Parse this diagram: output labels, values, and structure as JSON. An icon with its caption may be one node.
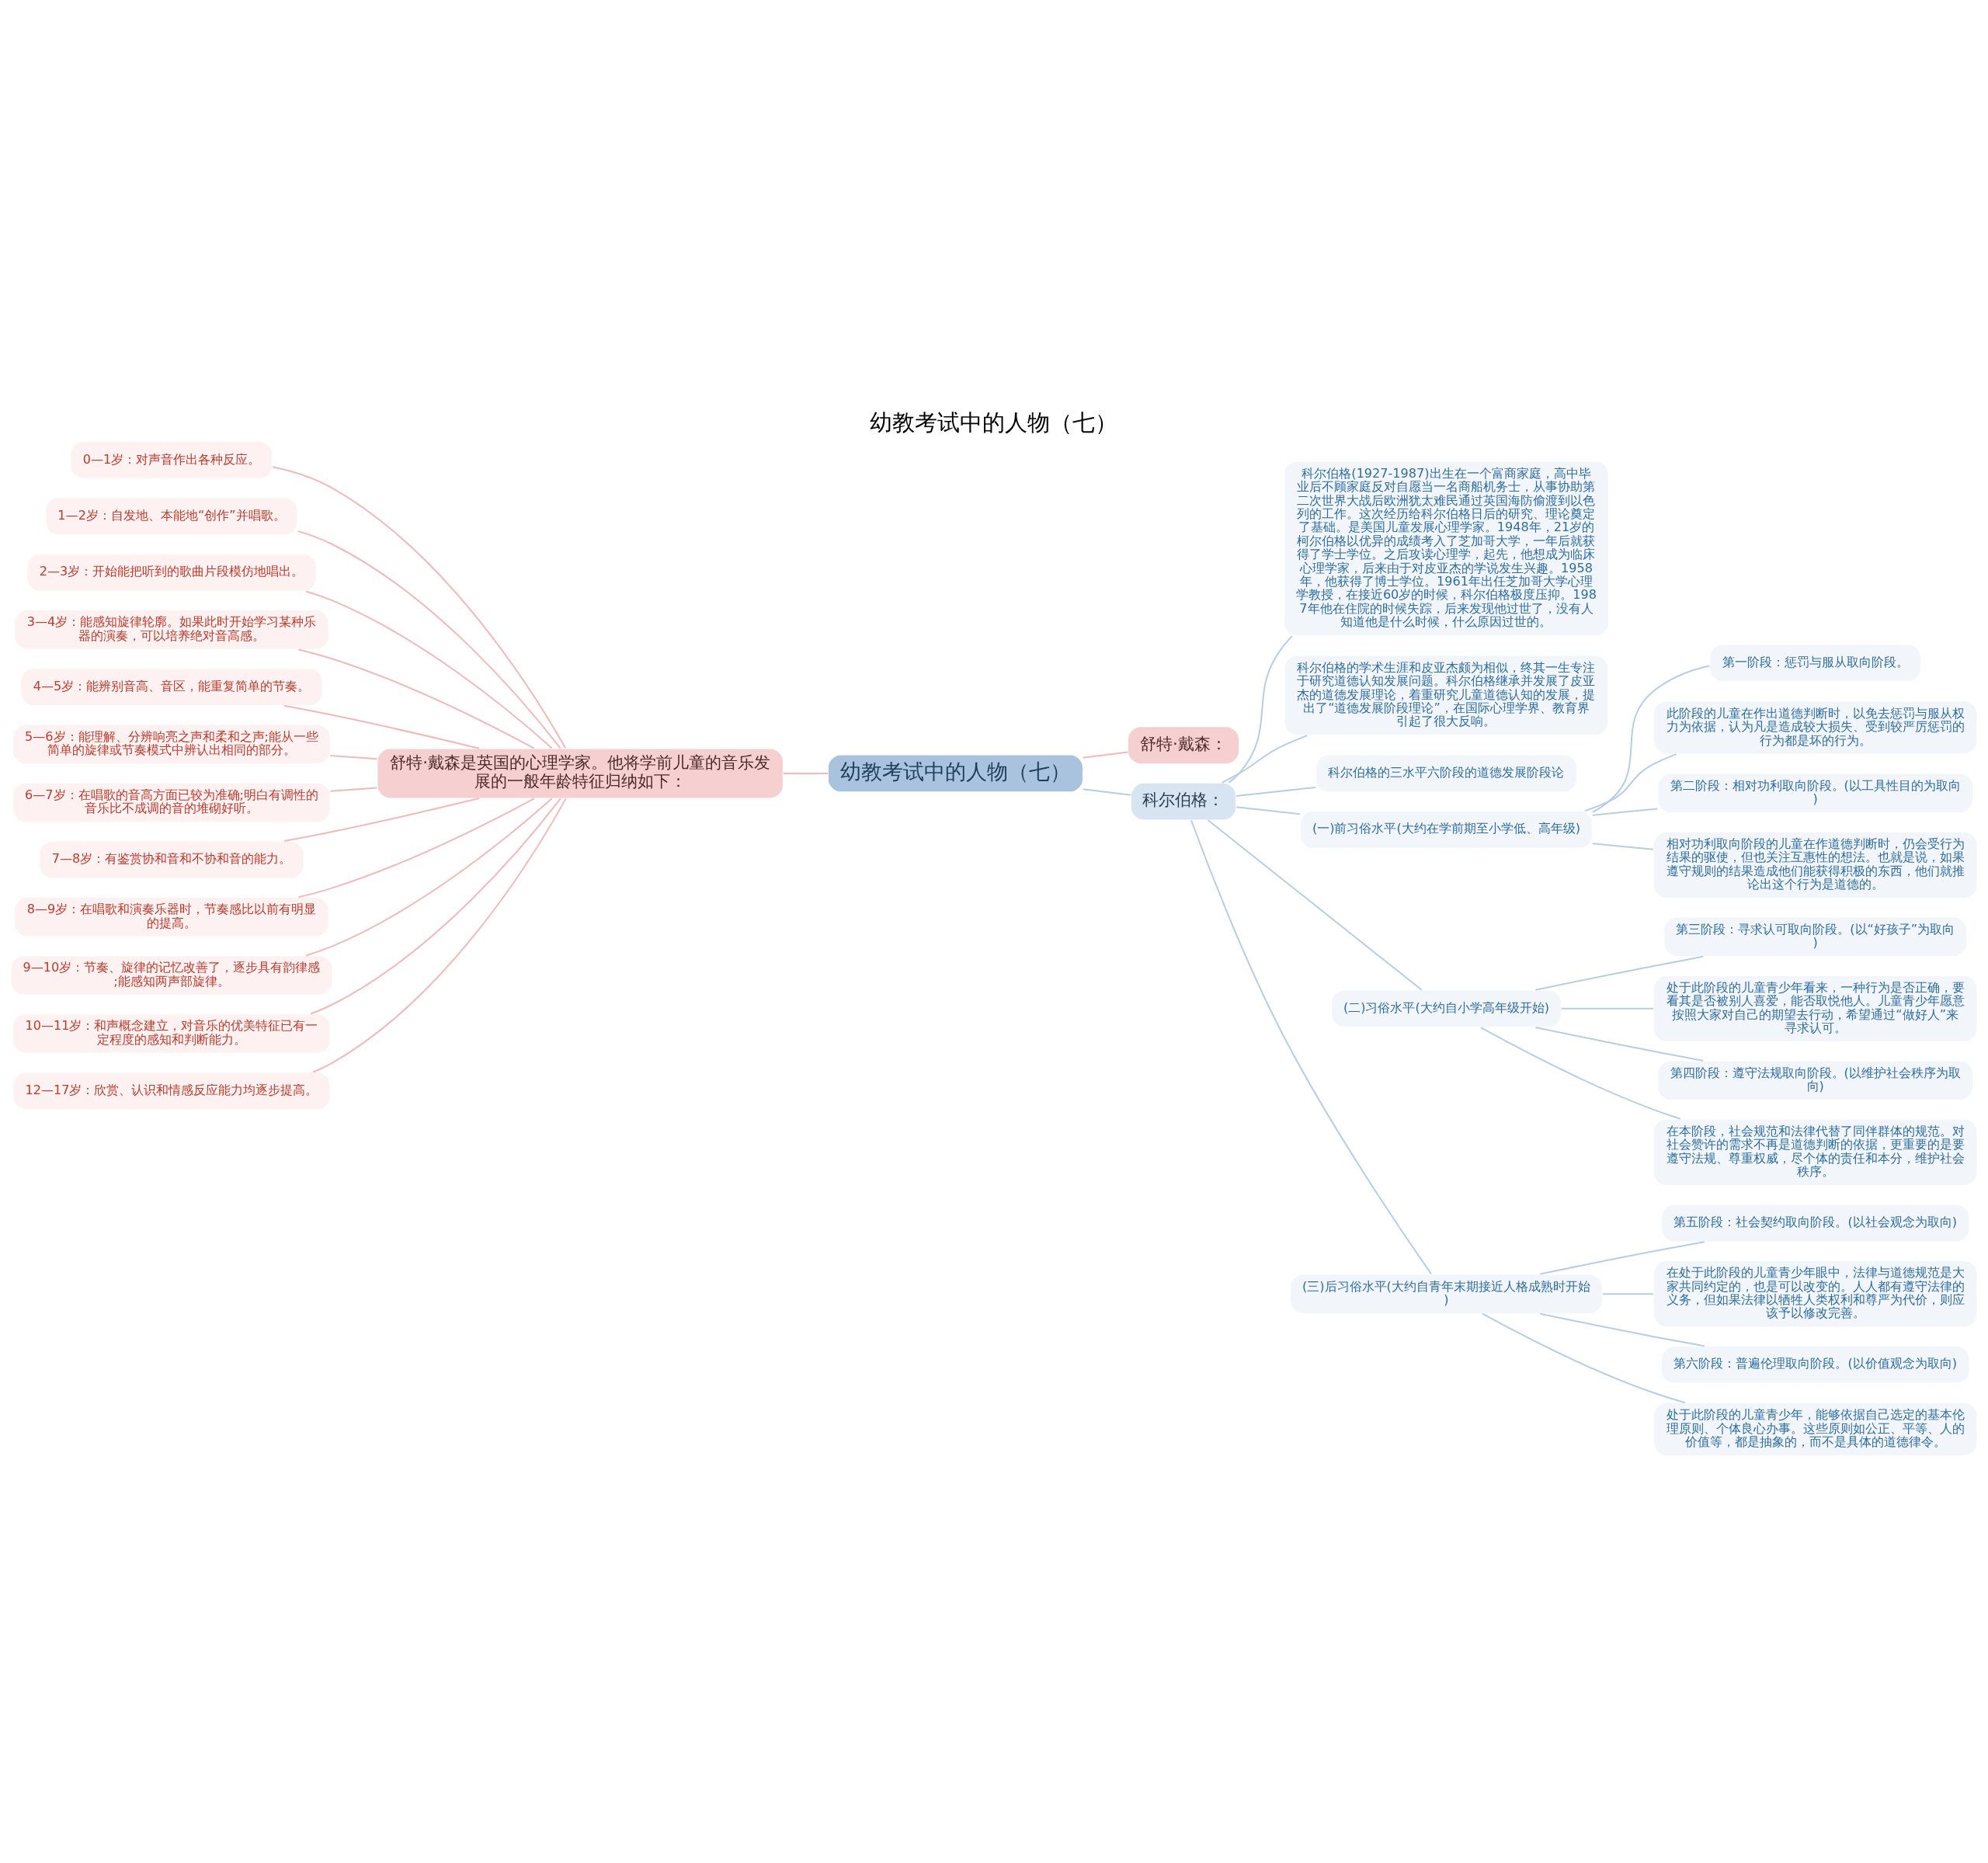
{
  "diagram": {
    "title": "幼教考试中的人物（七）",
    "nodes": [
      {
        "text": [
          "幼教考试中的人物（七）"
        ]
      },
      {
        "text": [
          "舒特·戴森："
        ]
      },
      {
        "text": [
          "舒特·戴森是英国的心理学家。他将学前儿童的音乐发展的一般年龄特征归纳如下："
        ]
      },
      {
        "text": [
          "0—1岁：对声音作出各种反应。"
        ]
      },
      {
        "text": [
          "1—2岁：自发地、本能地“创作”并唱歌。"
        ]
      },
      {
        "text": [
          "2—3岁：开始能把听到的歌曲片段模仿地唱出。"
        ]
      },
      {
        "text": [
          "3—4岁：能感知旋律轮廓。如果此时开始学习某种乐器的演奏，可以培养绝对音高感。"
        ]
      },
      {
        "text": [
          "4—5岁：能辨别音高、音区，能重复简单的节奏。"
        ]
      },
      {
        "text": [
          "5—6岁：能理解、分辨响亮之声和柔和之声;能从一些简单的旋律或节奏模式中辨认出相同的部分。"
        ]
      },
      {
        "text": [
          "6—7岁：在唱歌的音高方面已较为准确;明白有调性的音乐比不成调的音的堆砌好听。"
        ]
      },
      {
        "text": [
          "7—8岁：有鉴赏协和音和不协和音的能力。"
        ]
      },
      {
        "text": [
          "8—9岁：在唱歌和演奏乐器时，节奏感比以前有明显的提高。"
        ]
      },
      {
        "text": [
          "9—10岁：节奏、旋律的记忆改善了，逐步具有韵律感;能感知两声部旋律。"
        ]
      },
      {
        "text": [
          "10—11岁：和声概念建立，对音乐的优美特征已有一定程度的感知和判断能力。"
        ]
      },
      {
        "text": [
          "12—17岁：欣赏、认识和情感反应能力均逐步提高。"
        ]
      },
      {
        "text": [
          "科尔伯格："
        ]
      },
      {
        "text": [
          "科尔伯格(1927-1987)出生在一个富商家庭，高中毕业后不顾家庭反对自愿当一名商船机务士，从事协助第二次世界大战后欧洲犹太难民通过英国海防偷渡到以色列的工作。这次经历给科尔伯格日后的研究、理论奠定了基础。是美国儿童发展心理学家。1948年，21岁的柯尔伯格以优异的成绩考入了芝加哥大学，一年后就获得了学士学位。之后攻读心理学，起先，他想成为临床心理学家，后来由于对皮亚杰的学说发生兴趣。1958年，他获得了博士学位。1961年出任芝加哥大学心理学教授，在接近60岁的时候，科尔伯格极度压抑。1987年他在住院的时候失踪，后来发现他过世了，没有人知道他是什么时候，什么原因过世的。"
        ]
      },
      {
        "text": [
          "科尔伯格的学术生涯和皮亚杰颇为相似，终其一生专注于研究道德认知发展问题。科尔伯格继承并发展了皮亚杰的道德发展理论，着重研究儿童道德认知的发展，提出了“道德发展阶段理论”，在国际心理学界、教育界引起了很大反响。"
        ]
      },
      {
        "text": [
          "科尔伯格的三水平六阶段的道德发展阶段论"
        ]
      },
      {
        "text": [
          "(一)前习俗水平(大约在学前期至小学低、高年级)"
        ]
      },
      {
        "text": [
          "第一阶段：惩罚与服从取向阶段。"
        ]
      },
      {
        "text": [
          "此阶段的儿童在作出道德判断时，以免去惩罚与服从权力为依据，认为凡是造成较大损失、受到较严厉惩罚的行为都是坏的行为。"
        ]
      },
      {
        "text": [
          "第二阶段：相对功利取向阶段。(以工具性目的为取向)"
        ]
      },
      {
        "text": [
          "相对功利取向阶段的儿童在作道德判断时，仍会受行为结果的驱使，但也关注互惠性的想法。也就是说，如果遵守规则的结果造成他们能获得积极的东西，他们就推论出这个行为是道德的。"
        ]
      },
      {
        "text": [
          "(二)习俗水平(大约自小学高年级开始)"
        ]
      },
      {
        "text": [
          "第三阶段：寻求认可取向阶段。(以“好孩子”为取向)"
        ]
      },
      {
        "text": [
          "处于此阶段的儿童青少年看来，一种行为是否正确，要看其是否被别人喜爱，能否取悦他人。儿童青少年愿意按照大家对自己的期望去行动，希望通过“做好人”来寻求认可。"
        ]
      },
      {
        "text": [
          "第四阶段：遵守法规取向阶段。(以维护社会秩序为取向)"
        ]
      },
      {
        "text": [
          "在本阶段，社会规范和法律代替了同伴群体的规范。对社会赞许的需求不再是道德判断的依据，更重要的是要遵守法规、尊重权威，尽个体的责任和本分，维护社会秩序。"
        ]
      },
      {
        "text": [
          "(三)后习俗水平(大约自青年末期接近人格成熟时开始)"
        ]
      },
      {
        "text": [
          "第五阶段：社会契约取向阶段。(以社会观念为取向)"
        ]
      },
      {
        "text": [
          "在处于此阶段的儿童青少年眼中，法律与道德规范是大家共同约定的，也是可以改变的。人人都有遵守法律的义务，但如果法律以牺牲人类权利和尊严为代价，则应该予以修改完善。"
        ]
      },
      {
        "text": [
          "第六阶段：普遍伦理取向阶段。(以价值观念为取向)"
        ]
      },
      {
        "text": [
          "处于此阶段的儿童青少年，能够依据自己选定的基本伦理原则、个体良心办事。这些原则如公正、平等、人的价值等，都是抽象的，而不是具体的道德律令。"
        ]
      }
    ],
    "edges": [
      {
        "from": 0,
        "to": 1,
        "arrow": "none",
        "color": "#f2b8ba"
      },
      {
        "from": 0,
        "to": 2,
        "arrow": "none",
        "color": "#f2b8ba"
      },
      {
        "from": 2,
        "to": 3,
        "arrow": "none",
        "color": "#f2b8ba"
      },
      {
        "from": 2,
        "to": 4,
        "arrow": "none",
        "color": "#f2b8ba"
      },
      {
        "from": 2,
        "to": 5,
        "arrow": "none",
        "color": "#f2b8ba"
      },
      {
        "from": 2,
        "to": 6,
        "arrow": "none",
        "color": "#f2b8ba"
      },
      {
        "from": 2,
        "to": 7,
        "arrow": "none",
        "color": "#f2b8ba"
      },
      {
        "from": 2,
        "to": 8,
        "arrow": "none",
        "color": "#f2b8ba"
      },
      {
        "from": 2,
        "to": 9,
        "arrow": "none",
        "color": "#f2b8ba"
      },
      {
        "from": 2,
        "to": 10,
        "arrow": "none",
        "color": "#f2b8ba"
      },
      {
        "from": 2,
        "to": 11,
        "arrow": "none",
        "color": "#f2b8ba"
      },
      {
        "from": 2,
        "to": 12,
        "arrow": "none",
        "color": "#f2b8ba"
      },
      {
        "from": 2,
        "to": 13,
        "arrow": "none",
        "color": "#f2b8ba"
      },
      {
        "from": 2,
        "to": 14,
        "arrow": "none",
        "color": "#f2b8ba"
      },
      {
        "from": 0,
        "to": 15,
        "arrow": "none"
      },
      {
        "from": 15,
        "to": 16,
        "arrow": "none"
      },
      {
        "from": 15,
        "to": 17,
        "arrow": "none"
      },
      {
        "from": 15,
        "to": 18,
        "arrow": "none"
      },
      {
        "from": 15,
        "to": 19,
        "arrow": "none"
      },
      {
        "from": 19,
        "to": 20,
        "arrow": "none"
      },
      {
        "from": 19,
        "to": 21,
        "arrow": "none"
      },
      {
        "from": 19,
        "to": 22,
        "arrow": "none"
      },
      {
        "from": 19,
        "to": 23,
        "arrow": "none"
      },
      {
        "from": 15,
        "to": 24,
        "arrow": "none"
      },
      {
        "from": 24,
        "to": 25,
        "arrow": "none"
      },
      {
        "from": 24,
        "to": 26,
        "arrow": "none"
      },
      {
        "from": 24,
        "to": 27,
        "arrow": "none"
      },
      {
        "from": 24,
        "to": 28,
        "arrow": "none"
      },
      {
        "from": 15,
        "to": 29,
        "arrow": "none"
      },
      {
        "from": 29,
        "to": 30,
        "arrow": "none"
      },
      {
        "from": 29,
        "to": 31,
        "arrow": "none"
      },
      {
        "from": 29,
        "to": 32,
        "arrow": "none"
      },
      {
        "from": 29,
        "to": 33,
        "arrow": "none"
      }
    ]
  }
}
